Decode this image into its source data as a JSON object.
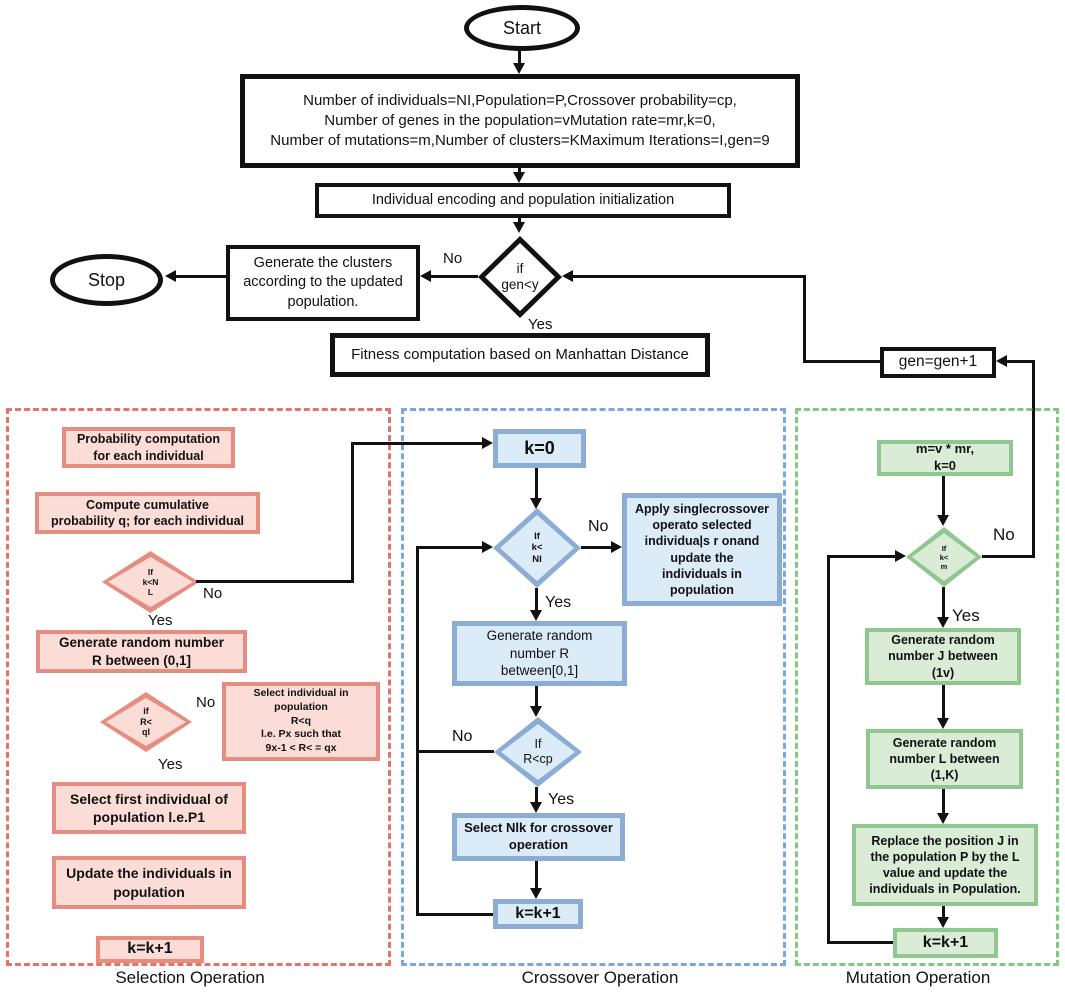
{
  "colors": {
    "selection_accent": "#e2756a",
    "selection_fill": "#fbdcd6",
    "crossover_accent": "#7da7dc",
    "crossover_fill": "#dcebf8",
    "mutation_accent": "#82c882",
    "mutation_fill": "#daecd6",
    "line_color": "#111111"
  },
  "flow": {
    "start": "Start",
    "params": "Number of individuals=NI,Population=P,Crossover probability=cp,\nNumber of genes in the population=vMutation rate=mr,k=0,\nNumber of mutations=m,Number of clusters=KMaximum Iterations=I,gen=9",
    "encoding": "Individual encoding and population initialization",
    "gen_decision": "if\ngen<y",
    "gen_no": "No",
    "gen_yes": "Yes",
    "clusters": "Generate the clusters\naccording to the updated\npopulation.",
    "stop": "Stop",
    "fitness": "Fitness computation based on Manhattan Distance",
    "gen_inc": "gen=gen+1"
  },
  "selection": {
    "label": "Selection Operation",
    "prob": "Probability computation\nfor each individual",
    "cumulative": "Compute cumulative\nprobability q; for each individual",
    "k_decision": "If\nk<N\nL",
    "k_no": "No",
    "k_yes": "Yes",
    "rand_r": "Generate random number\nR between (0,1]",
    "r_decision": "if\nR<\nql",
    "r_no": "No",
    "r_yes": "Yes",
    "select_ind": "Select individual in\npopulation\nR<q\nl.e. Px such that\n9x-1 < R< = qx",
    "first_ind": "Select first individual of\npopulation l.e.P1",
    "update": "Update the individuals in\npopulation",
    "k_inc": "k=k+1"
  },
  "crossover": {
    "label": "Crossover Operation",
    "k_init": "k=0",
    "k_decision": "If\nk<\nNI",
    "k_no": "No",
    "k_yes": "Yes",
    "apply": "Apply singlecrossover\noperato selected\nindividua|s r onand\nupdate the\nindividuals in\npopulation",
    "rand_r": "Generate random\nnumber R\nbetween[0,1]",
    "cp_decision": "If\nR<cp",
    "cp_no": "No",
    "cp_yes": "Yes",
    "select_nlk": "Select Nlk for crossover\noperation",
    "k_inc": "k=k+1"
  },
  "mutation": {
    "label": "Mutation Operation",
    "m_init": "m=v * mr,\nk=0",
    "k_decision": "If\nk<\nm",
    "k_no": "No",
    "k_yes": "Yes",
    "rand_j": "Generate random\nnumber J between\n(1v)",
    "rand_l": "Generate random\nnumber L between\n(1,K)",
    "replace": "Replace the position J in\nthe population P by the L\nvalue and update the\nindividuals in Population.",
    "k_inc": "k=k+1"
  }
}
